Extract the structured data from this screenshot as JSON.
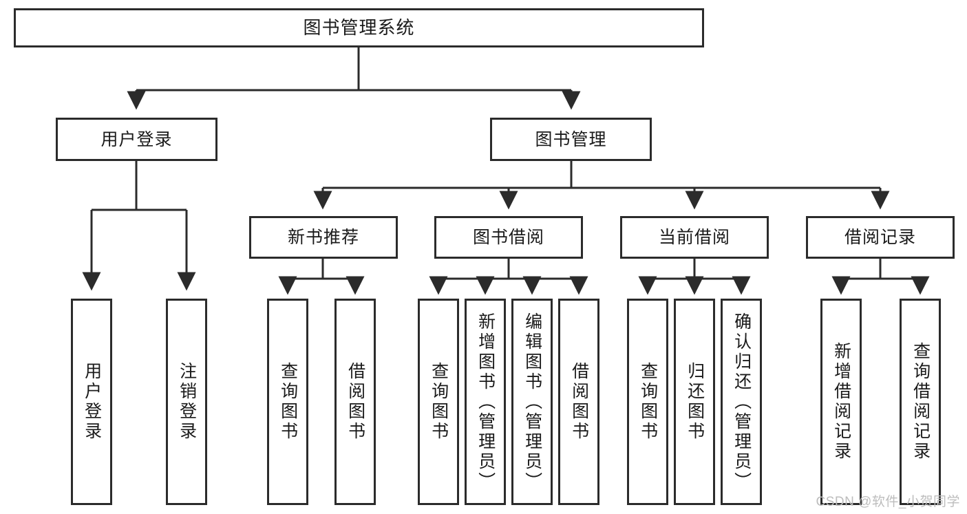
{
  "diagram": {
    "title": "图书管理系统",
    "type": "hierarchy-tree",
    "watermark": "CSDN @软件_小贺同学",
    "colors": {
      "border": "#2b2b2b",
      "background": "#ffffff",
      "text": "#1a1a1a",
      "connector": "#2b2b2b",
      "watermark": "#bdbdbd"
    },
    "level1": [
      {
        "label": "图书管理系统"
      }
    ],
    "level2": [
      {
        "label": "用户登录"
      },
      {
        "label": "图书管理"
      }
    ],
    "level3": [
      {
        "label": "新书推荐"
      },
      {
        "label": "图书借阅"
      },
      {
        "label": "当前借阅"
      },
      {
        "label": "借阅记录"
      }
    ],
    "leaves": {
      "user_login": [
        {
          "label": "用户登录"
        },
        {
          "label": "注销登录"
        }
      ],
      "new_book": [
        {
          "label": "查询图书"
        },
        {
          "label": "借阅图书"
        }
      ],
      "borrow_book": [
        {
          "label": "查询图书"
        },
        {
          "label": "新增图书（管理员）"
        },
        {
          "label": "编辑图书（管理员）"
        },
        {
          "label": "借阅图书"
        }
      ],
      "current_borrow": [
        {
          "label": "查询图书"
        },
        {
          "label": "归还图书"
        },
        {
          "label": "确认归还（管理员）"
        }
      ],
      "borrow_record": [
        {
          "label": "新增借阅记录"
        },
        {
          "label": "查询借阅记录"
        }
      ]
    }
  }
}
